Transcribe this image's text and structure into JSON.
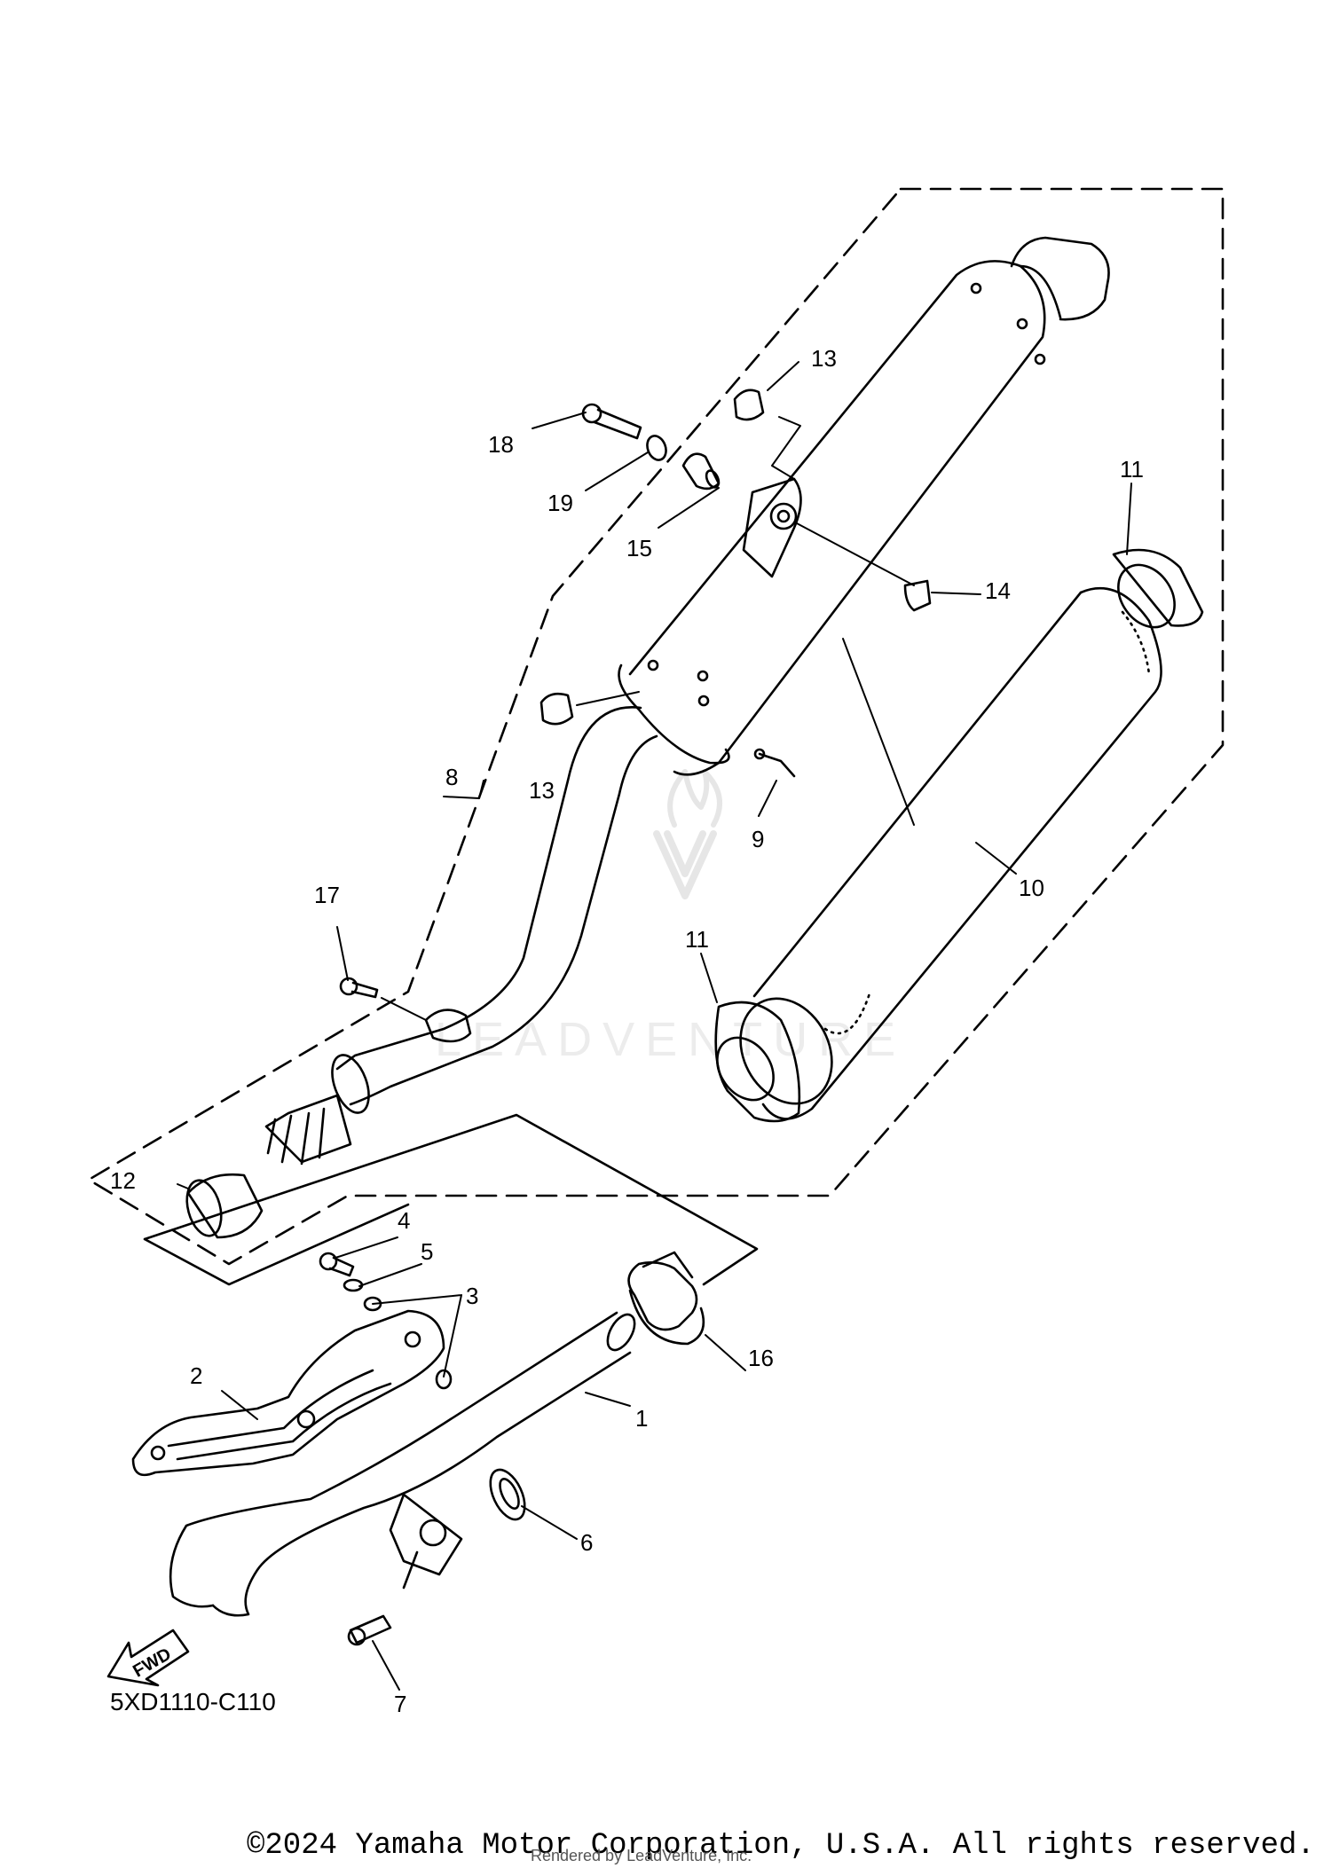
{
  "diagram_code": "5XD1110-C110",
  "fwd_label": "FWD",
  "watermark": "LEADVENTURE",
  "copyright": "©2024 Yamaha Motor Corporation, U.S.A. All rights reserved.",
  "rendered_by": "Rendered by LeadVenture, Inc.",
  "callouts": [
    "1",
    "2",
    "3",
    "4",
    "5",
    "6",
    "7",
    "8",
    "9",
    "10",
    "11",
    "11",
    "12",
    "13",
    "13",
    "14",
    "15",
    "16",
    "17",
    "18",
    "19"
  ]
}
